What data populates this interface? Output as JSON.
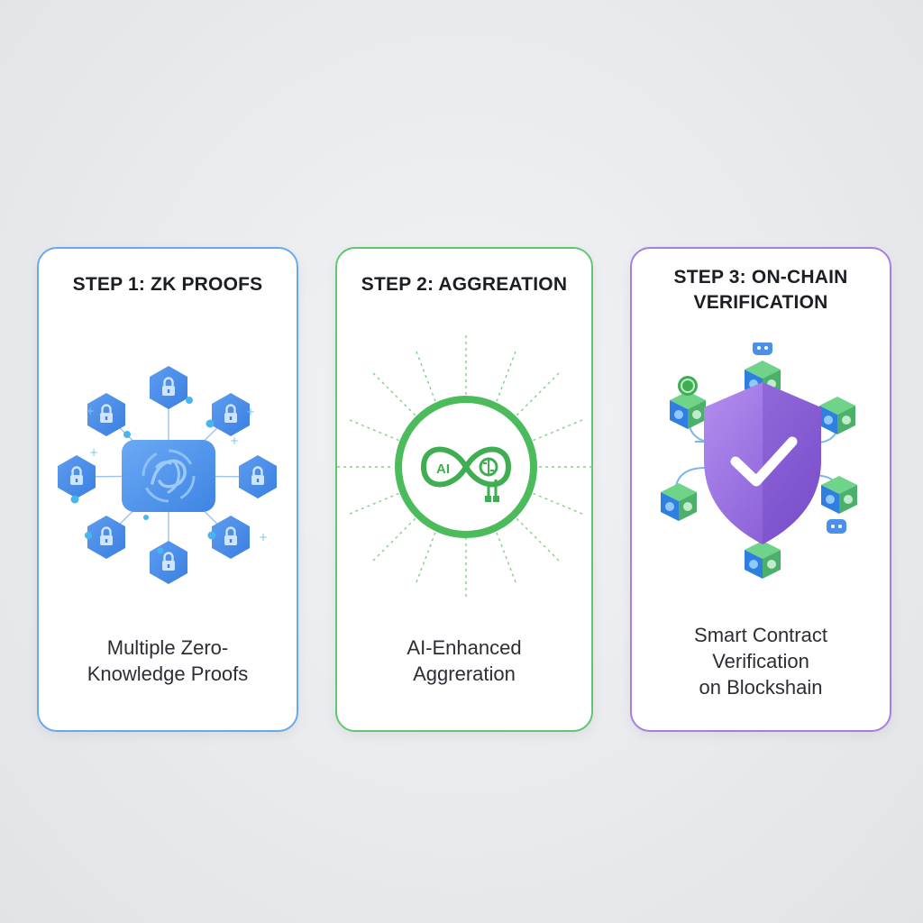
{
  "steps": [
    {
      "title": "STEP 1: ZK PROOFS",
      "caption": "Multiple Zero-\nKnowledge Proofs",
      "accent": "#5aa0ea",
      "icons": [
        "proof-core-icon",
        "lock-icon"
      ]
    },
    {
      "title": "STEP 2: AGGREATION",
      "caption": "AI-Enhanced\nAggreration",
      "accent": "#5cc26a",
      "ai_label": "AI",
      "icons": [
        "infinity-loop-icon",
        "brain-icon"
      ]
    },
    {
      "title": "STEP 3: ON-CHAIN\nVERIFICATION",
      "caption": "Smart Contract\nVerification\non Blockshain",
      "accent": "#9b6fd6",
      "icons": [
        "shield-check-icon",
        "blockchain-cube-icon",
        "robot-icon",
        "coin-icon"
      ]
    }
  ]
}
